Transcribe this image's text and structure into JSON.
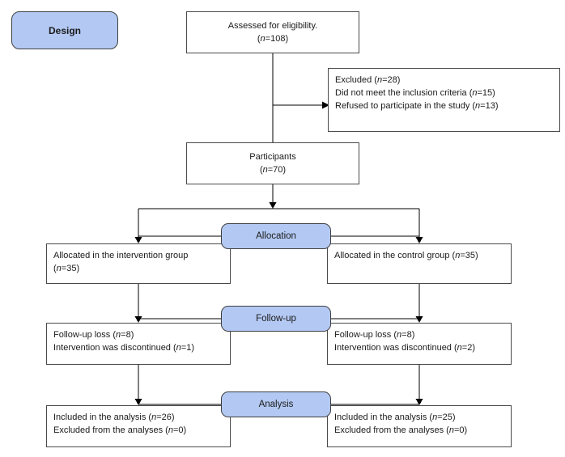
{
  "diagram": {
    "design_label": "Design",
    "top": {
      "assessed": [
        "Assessed for eligibility.",
        "(*n*=108)"
      ],
      "excluded": [
        "Excluded (*n*=28)",
        "Did not meet the inclusion criteria (*n*=15)",
        "Refused to participate in the study (*n*=13)"
      ],
      "participants": [
        "Participants",
        "(*n*=70)"
      ]
    },
    "stages": [
      {
        "label": "Allocation"
      },
      {
        "label": "Follow-up"
      },
      {
        "label": "Analysis"
      }
    ],
    "allocation": {
      "left": [
        "Allocated in the intervention group",
        "(*n*=35)"
      ],
      "right": [
        "Allocated in the control group (*n*=35)"
      ]
    },
    "followup": {
      "left": [
        "Follow-up loss (*n*=8)",
        "Intervention was discontinued (*n*=1)"
      ],
      "right": [
        "Follow-up loss (*n*=8)",
        "Intervention was discontinued (*n*=2)"
      ]
    },
    "analysis": {
      "left": [
        "Included in the analysis (*n*=26)",
        "Excluded from the analyses (*n*=0)"
      ],
      "right": [
        "Included in the analysis (*n*=25)",
        "Excluded from the analyses (*n*=0)"
      ]
    },
    "colors": {
      "stage_fill": "#b3c9f3",
      "stage_border": "#3f3f3f",
      "box_border": "#4a4a4a",
      "line": "#000000"
    }
  }
}
